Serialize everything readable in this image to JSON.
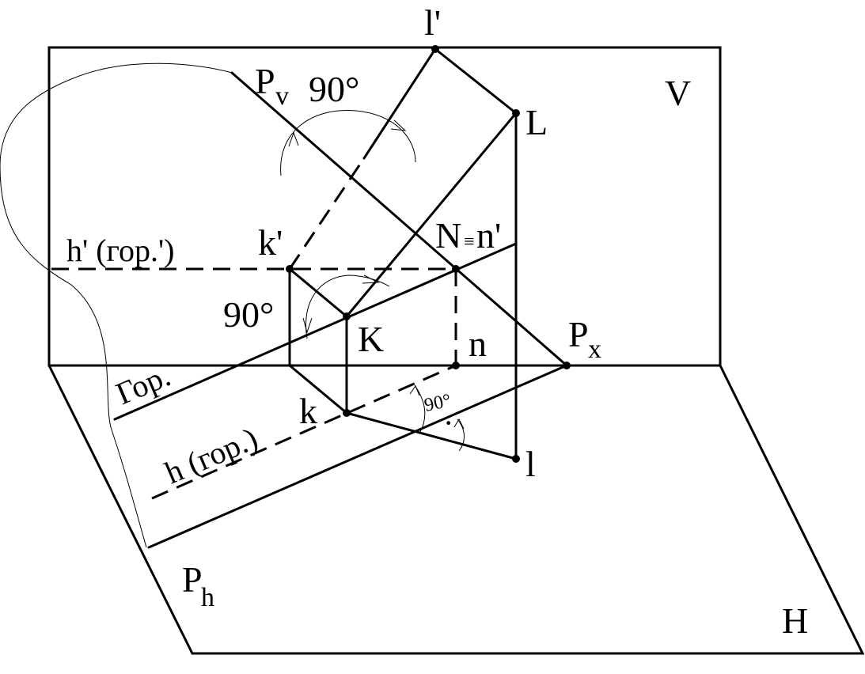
{
  "labels": {
    "plane_v": "V",
    "plane_h": "H",
    "pv_main": "P",
    "pv_sub": "v",
    "pv_angle": "90°",
    "px_main": "P",
    "px_sub": "x",
    "ph_main": "P",
    "ph_sub": "h",
    "l_prime": "l'",
    "point_L": "L",
    "point_l": "l",
    "h_prime": "h' (гор.')",
    "k_prime": "k'",
    "n_frontal": "N",
    "equiv": "≡",
    "n_prime": "n'",
    "angle_left": "90°",
    "point_K": "K",
    "point_n": "n",
    "gor": "Гор.",
    "point_k": "k",
    "h_horiz": "h (гор.)",
    "angle_right": "90°",
    "right_angle_dot": "·"
  }
}
